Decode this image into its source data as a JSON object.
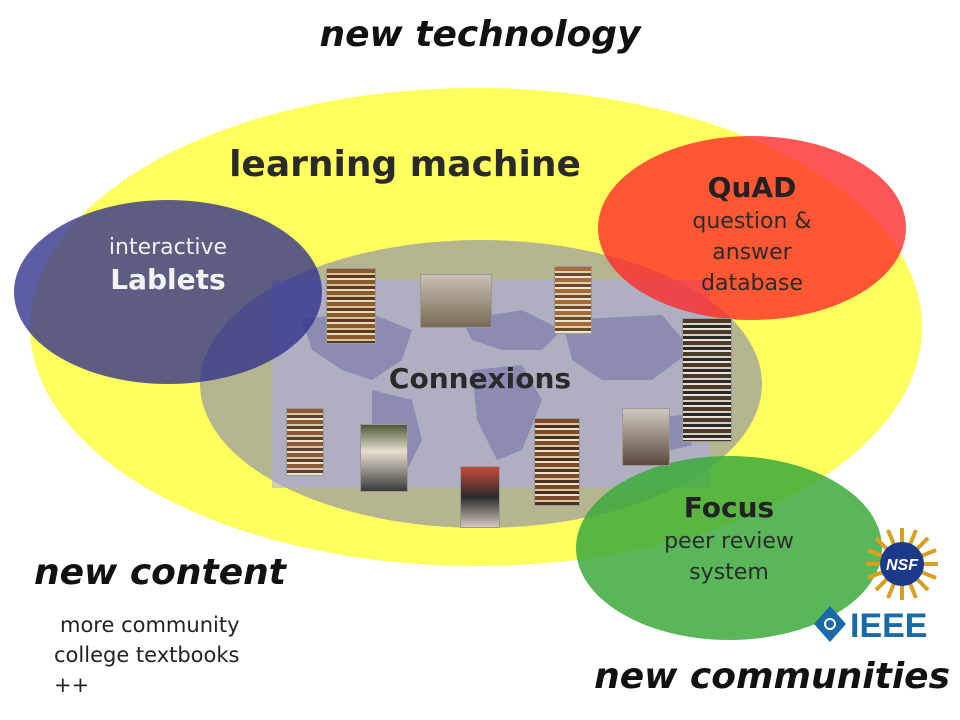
{
  "headings": {
    "top": "new technology",
    "left": "new content",
    "right": "new communities"
  },
  "learning_machine": {
    "title": "learning machine"
  },
  "lablets": {
    "line1": "interactive",
    "line2": "Lablets"
  },
  "quad": {
    "title": "QuAD",
    "line1": "question &",
    "line2": "answer",
    "line3": "database"
  },
  "connexions": {
    "title": "Connexions"
  },
  "focus": {
    "title": "Focus",
    "line1": "peer review",
    "line2": "system"
  },
  "new_content_notes": {
    "line1": "more community",
    "line2": "college textbooks",
    "line3": "++"
  },
  "logos": {
    "nsf": "NSF",
    "ieee": "IEEE"
  },
  "colors": {
    "yellow": "#ffff66",
    "lablets": "#3a3a9a",
    "connexions": "#6f6fd6",
    "quad": "#ff3333",
    "focus": "#44a844",
    "ieee_blue": "#1a6aa8"
  }
}
